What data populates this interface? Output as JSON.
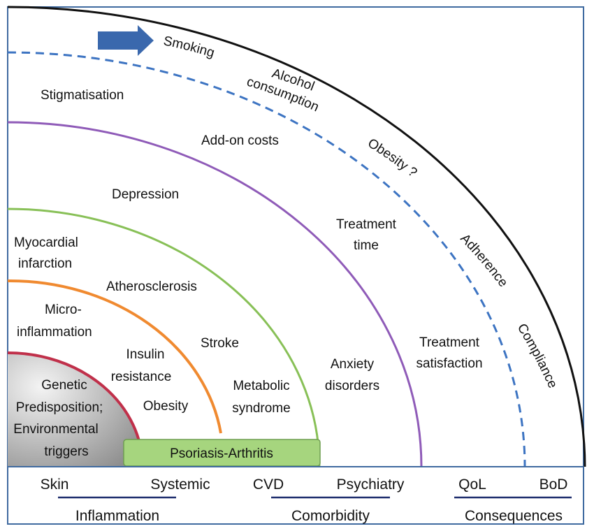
{
  "colors": {
    "frame": "#3f6aa0",
    "outer_arc": "#111111",
    "dashed_arc": "#3d74c2",
    "purple_arc": "#8f5bb8",
    "green_arc": "#88c057",
    "orange_arc": "#f08a30",
    "red_arc": "#c0304a",
    "core_fill": "#9a9a9a",
    "bar_fill": "#a6d57e",
    "bar_border": "#6e9e50",
    "arrow": "#3a68ad",
    "underline": "#1f2f6e"
  },
  "icons": {
    "arrow": "right-arrow-icon"
  },
  "core": {
    "line1": "Genetic",
    "line2": "Predisposition;",
    "line3": "Environmental",
    "line4": "triggers"
  },
  "bar_label": "Psoriasis-Arthritis",
  "labels": {
    "smoking": "Smoking",
    "alcohol_1": "Alcohol",
    "alcohol_2": "consumption",
    "obesity_q": "Obesity ?",
    "adherence": "Adherence",
    "compliance": "Compliance",
    "stigmatisation": "Stigmatisation",
    "addon_costs": "Add-on costs",
    "depression": "Depression",
    "treatment_time_1": "Treatment",
    "treatment_time_2": "time",
    "treatment_sat_1": "Treatment",
    "treatment_sat_2": "satisfaction",
    "anxiety_1": "Anxiety",
    "anxiety_2": "disorders",
    "mi_1": "Myocardial",
    "mi_2": "infarction",
    "atherosclerosis": "Atherosclerosis",
    "micro_1": "Micro-",
    "micro_2": "inflammation",
    "stroke": "Stroke",
    "insulin_1": "Insulin",
    "insulin_2": "resistance",
    "metabolic_1": "Metabolic",
    "metabolic_2": "syndrome",
    "obesity": "Obesity"
  },
  "categories": {
    "skin": "Skin",
    "systemic": "Systemic",
    "cvd": "CVD",
    "psychiatry": "Psychiatry",
    "qol": "QoL",
    "bod": "BoD",
    "inflammation": "Inflammation",
    "comorbidity": "Comorbidity",
    "consequences": "Consequences"
  }
}
